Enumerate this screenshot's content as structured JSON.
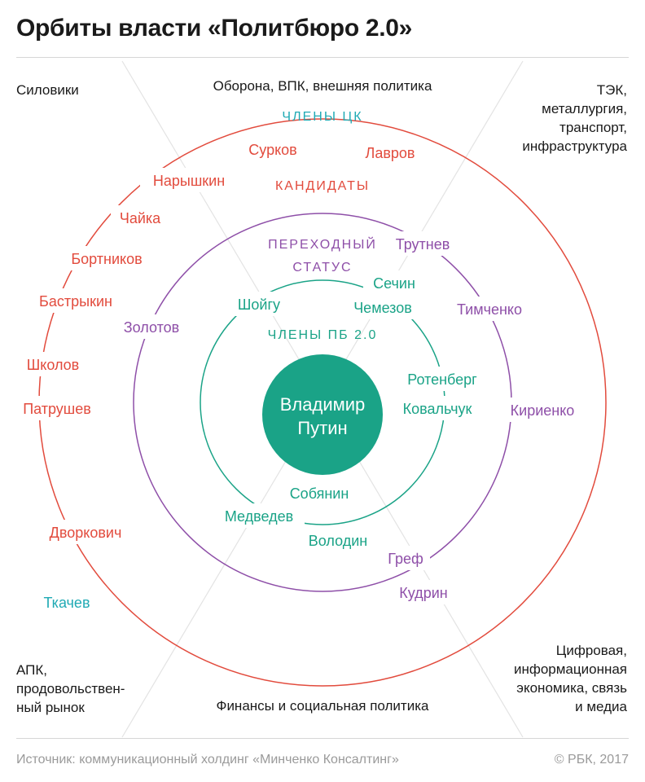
{
  "title": "Орбиты власти «Политбюро 2.0»",
  "sectors": {
    "top_left": [
      "Силовики"
    ],
    "top": [
      "Оборона, ВПК, внешняя политика"
    ],
    "top_right": [
      "ТЭК,",
      "металлургия,",
      "транспорт,",
      "инфраструктура"
    ],
    "bottom_left": [
      "АПК,",
      "продовольствен-",
      "ный рынок"
    ],
    "bottom": [
      "Финансы и социальная политика"
    ],
    "bottom_right": [
      "Цифровая,",
      "информационная",
      "экономика, связь",
      "и медиа"
    ]
  },
  "center": {
    "line1": "Владимир",
    "line2": "Путин"
  },
  "ring_labels": {
    "cc": "ЧЛЕНЫ ЦК",
    "candidates": "КАНДИДАТЫ",
    "transition_1": "ПЕРЕХОДНЫЙ",
    "transition_2": "СТАТУС",
    "pb": "ЧЛЕНЫ ПБ 2.0"
  },
  "people": {
    "outer": [
      "Сурков",
      "Лавров",
      "Нарышкин",
      "Чайка",
      "Бортников",
      "Бастрыкин",
      "Школов",
      "Патрушев",
      "Дворкович"
    ],
    "outer_teal": [
      "Ткачев"
    ],
    "middle": [
      "Трутнев",
      "Тимченко",
      "Кириенко",
      "Золотов",
      "Греф",
      "Кудрин"
    ],
    "inner": [
      "Шойгу",
      "Сечин",
      "Чемезов",
      "Ротенберг",
      "Ковальчук",
      "Собянин",
      "Медведев",
      "Володин"
    ]
  },
  "colors": {
    "outer": "#e24b3d",
    "middle": "#8e4fa8",
    "inner": "#1aa387",
    "center": "#1aa387",
    "teal": "#20aab4"
  },
  "source": "Источник: коммуникационный холдинг «Минченко Консалтинг»",
  "copyright": "© РБК, 2017"
}
